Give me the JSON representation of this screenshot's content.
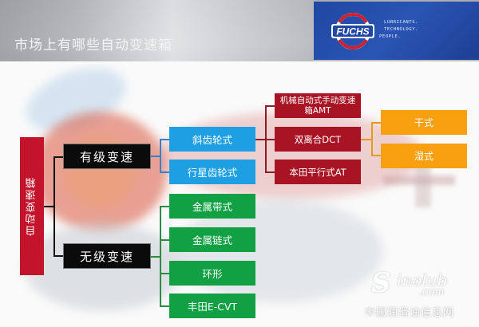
{
  "header": {
    "title": "市场上有哪些自动变速箱",
    "logo": {
      "brand": "FUCHS",
      "tagline": [
        "LUBRICANTS.",
        "TECHNOLOGY.",
        "PEOPLE."
      ],
      "colors": {
        "panel": "#2150ad",
        "emblem_red": "#d0202e",
        "emblem_white": "#ffffff"
      }
    }
  },
  "diagram": {
    "root": {
      "label": "自动变速箱",
      "color": "#c3142b"
    },
    "level1": [
      {
        "label": "有级变速",
        "color": "#0b0b0b"
      },
      {
        "label": "无级变速",
        "color": "#0b0b0b"
      }
    ],
    "stepped_types": [
      {
        "label": "斜齿轮式",
        "color": "#1e9fe3"
      },
      {
        "label": "行星齿轮式",
        "color": "#1e9fe3"
      }
    ],
    "cvt_types": [
      {
        "label": "金属带式",
        "color": "#12a045"
      },
      {
        "label": "金属链式",
        "color": "#12a045"
      },
      {
        "label": "环形",
        "color": "#12a045"
      },
      {
        "label": "丰田E-CVT",
        "color": "#12a045"
      }
    ],
    "helical_subtypes": [
      {
        "label": "机械自动式手动变速箱AMT",
        "color": "#a81424"
      },
      {
        "label": "双离合DCT",
        "color": "#a81424"
      },
      {
        "label": "本田平行式AT",
        "color": "#a81424"
      }
    ],
    "dct_subtypes": [
      {
        "label": "干式",
        "color": "#f8a010"
      },
      {
        "label": "湿式",
        "color": "#f8a010"
      }
    ]
  },
  "watermark": {
    "logo_text": "Sinolub",
    "domain": ".com",
    "site_name": "中国润滑油信息网"
  }
}
